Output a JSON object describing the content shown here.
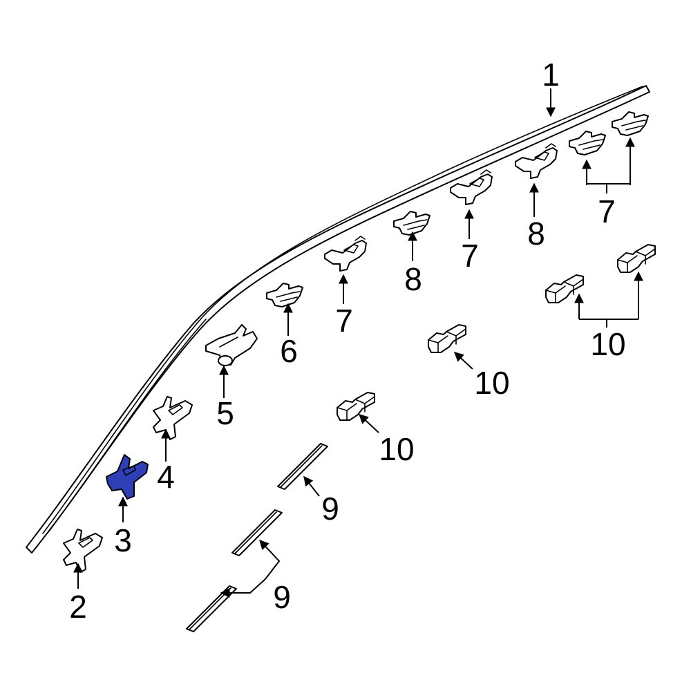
{
  "highlight_color": "#2f3fb8",
  "callouts": {
    "c1": "1",
    "c2": "2",
    "c3": "3",
    "c4": "4",
    "c5": "5",
    "c6": "6",
    "c7a": "7",
    "c7b": "7",
    "c7c": "7",
    "c8a": "8",
    "c8b": "8",
    "c9a": "9",
    "c9b": "9",
    "c10a": "10",
    "c10b": "10",
    "c10c": "10"
  }
}
